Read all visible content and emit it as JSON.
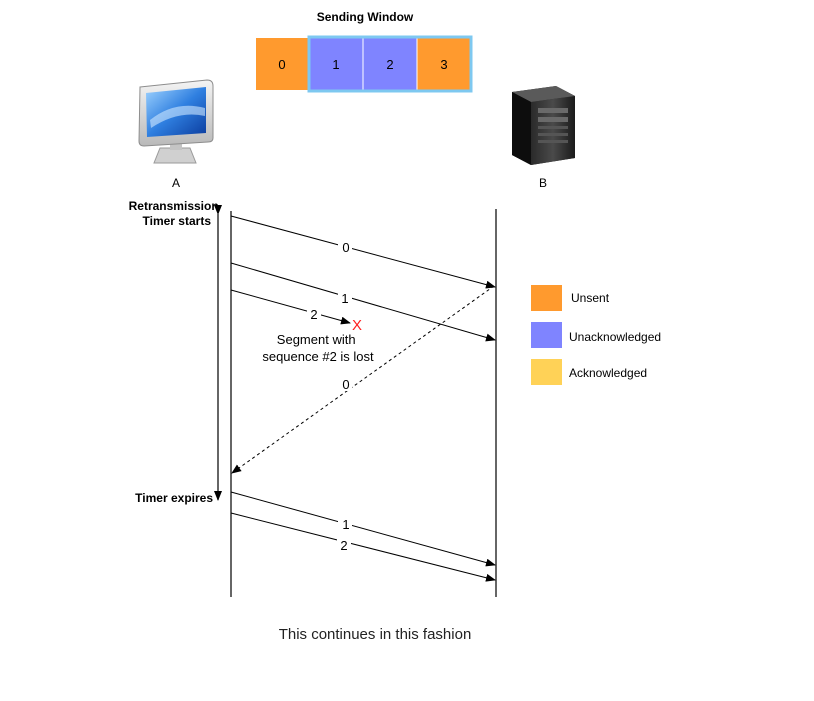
{
  "window_title": "Sending Window",
  "window_cells": [
    {
      "label": "0",
      "state": "unsent",
      "color": "#FF9A2E"
    },
    {
      "label": "1",
      "state": "unacknowledged",
      "color": "#7F84FF"
    },
    {
      "label": "2",
      "state": "unacknowledged",
      "color": "#7F84FF"
    },
    {
      "label": "3",
      "state": "unsent",
      "color": "#FF9A2E"
    }
  ],
  "window_highlight_color": "#7EC8F0",
  "host_a": {
    "label": "A",
    "icon": "computer-icon"
  },
  "host_b": {
    "label": "B",
    "icon": "server-icon"
  },
  "timer": {
    "start_line1": "Retransmission",
    "start_line2": "Timer starts",
    "expires": "Timer expires"
  },
  "messages": [
    {
      "label": "0",
      "direction": "A-to-B",
      "style": "solid"
    },
    {
      "label": "1",
      "direction": "A-to-B",
      "style": "solid"
    },
    {
      "label": "2",
      "direction": "A-to-B",
      "style": "solid",
      "lost": true
    },
    {
      "label": "0",
      "direction": "B-to-A",
      "style": "dashed"
    },
    {
      "label": "1",
      "direction": "A-to-B",
      "style": "solid"
    },
    {
      "label": "2",
      "direction": "A-to-B",
      "style": "solid"
    }
  ],
  "lost_mark": "X",
  "lost_color": "#FF2020",
  "lost_note_line1": "Segment with",
  "lost_note_line2": "sequence #2 is lost",
  "legend": [
    {
      "label": "Unsent",
      "color": "#FF9A2E"
    },
    {
      "label": "Unacknowledged",
      "color": "#7F84FF"
    },
    {
      "label": "Acknowledged",
      "color": "#FFD257"
    }
  ],
  "footer": "This continues in this fashion"
}
